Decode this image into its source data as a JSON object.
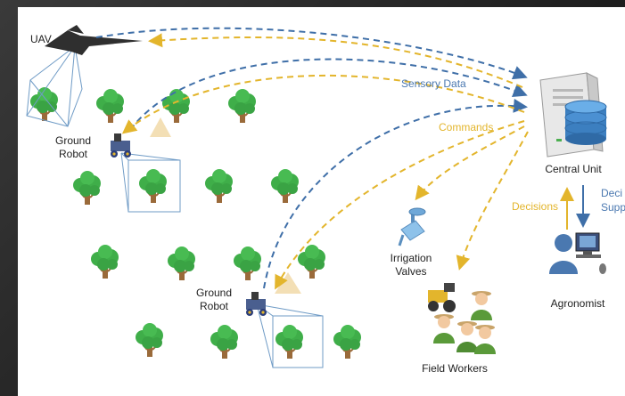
{
  "labels": {
    "uav": "UAV",
    "ground_robot_1_line1": "Ground",
    "ground_robot_1_line2": "Robot",
    "ground_robot_2_line1": "Ground",
    "ground_robot_2_line2": "Robot",
    "sensory_data": "Sensory Data",
    "commands": "Commands",
    "central_unit": "Central Unit",
    "decisions": "Decisions",
    "decision_support_line1": "Deci",
    "decision_support_line2": "Supp",
    "irrigation_valves_line1": "Irrigation",
    "irrigation_valves_line2": "Valves",
    "agronomist": "Agronomist",
    "field_workers": "Field Workers"
  },
  "colors": {
    "sensory_arrow": "#3f6fa8",
    "command_arrow": "#e3b52c",
    "tree_foliage": "#3fae49",
    "tree_trunk": "#9a6a3a",
    "field_of_view": "#6f9bc6",
    "server_body": "#e8e8e8",
    "database": "#3c7fc0"
  },
  "icons": {
    "uav": "uav-icon",
    "ground_robot": "ground-robot-icon",
    "tree": "tree-icon",
    "server": "central-unit-server-icon",
    "database": "database-icon",
    "valve": "irrigation-valve-icon",
    "agronomist": "agronomist-icon",
    "workers": "field-workers-icon"
  }
}
